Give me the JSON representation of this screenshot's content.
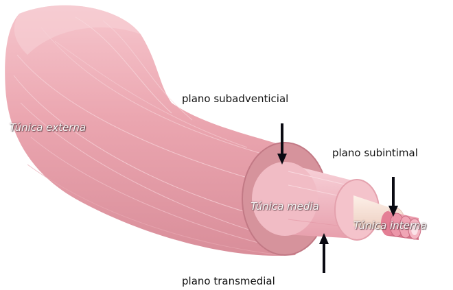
{
  "labels": {
    "subadventicial": "plano subadventicial",
    "subintimal": "plano subintimal",
    "transmedial": "plano transmedial"
  },
  "layers": {
    "externa": "Túnica externa",
    "media": "Túnica media",
    "interna": "Túnica interna"
  },
  "colors": {
    "externa": "#eba6b0",
    "externa_dark": "#c97c89",
    "media": "#f2bac3",
    "intima": "#f7dcd0",
    "interna_ring": "#e58b9e",
    "arrow": "#0a0a12"
  }
}
